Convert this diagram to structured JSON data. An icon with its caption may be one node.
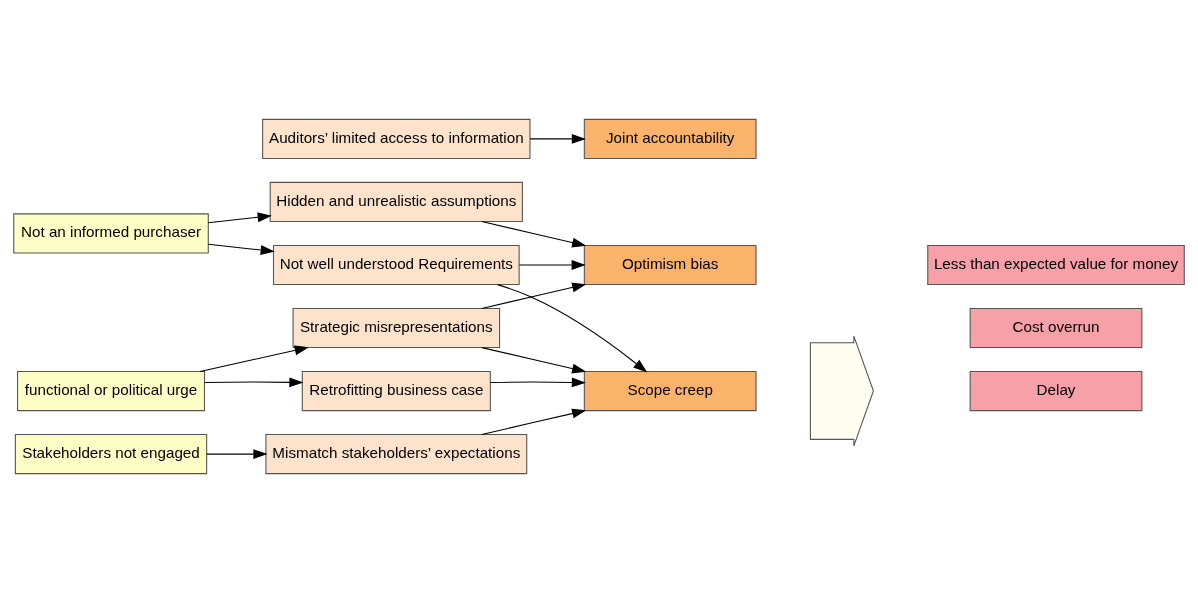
{
  "diagram": {
    "nodes": [
      {
        "text": [
          "Not an informed purchaser"
        ]
      },
      {
        "text": [
          "functional or political urge"
        ]
      },
      {
        "text": [
          "Stakeholders not engaged"
        ]
      },
      {
        "text": [
          "Hidden and unrealistic assumptions"
        ]
      },
      {
        "text": [
          "Not well understood Requirements"
        ]
      },
      {
        "text": [
          "Strategic misrepresentations"
        ]
      },
      {
        "text": [
          "Retrofitting business case"
        ]
      },
      {
        "text": [
          "Mismatch stakeholders’ expectations"
        ]
      },
      {
        "text": [
          "Auditors’ limited access to information"
        ]
      },
      {
        "text": [
          "Optimism bias"
        ]
      },
      {
        "text": [
          "Scope creep"
        ]
      },
      {
        "text": [
          "Joint accountability"
        ]
      },
      {
        "text": [],
        "shape": "arrow"
      },
      {
        "text": [
          "Cost overrun"
        ]
      },
      {
        "text": [
          "Delay"
        ]
      },
      {
        "text": [
          "Less than expected value for money"
        ]
      }
    ],
    "edges": [
      {
        "from": 0,
        "to": 3,
        "arrow": "to"
      },
      {
        "from": 0,
        "to": 4,
        "arrow": "to"
      },
      {
        "from": 1,
        "to": 5,
        "arrow": "to"
      },
      {
        "from": 1,
        "to": 6,
        "arrow": "to"
      },
      {
        "from": 2,
        "to": 7,
        "arrow": "to"
      },
      {
        "from": 3,
        "to": 9,
        "arrow": "to"
      },
      {
        "from": 4,
        "to": 9,
        "arrow": "to"
      },
      {
        "from": 4,
        "to": 10,
        "arrow": "to"
      },
      {
        "from": 5,
        "to": 9,
        "arrow": "to"
      },
      {
        "from": 5,
        "to": 10,
        "arrow": "to"
      },
      {
        "from": 6,
        "to": 10,
        "arrow": "to"
      },
      {
        "from": 7,
        "to": 10,
        "arrow": "to"
      },
      {
        "from": 8,
        "to": 11,
        "arrow": "to"
      }
    ]
  }
}
